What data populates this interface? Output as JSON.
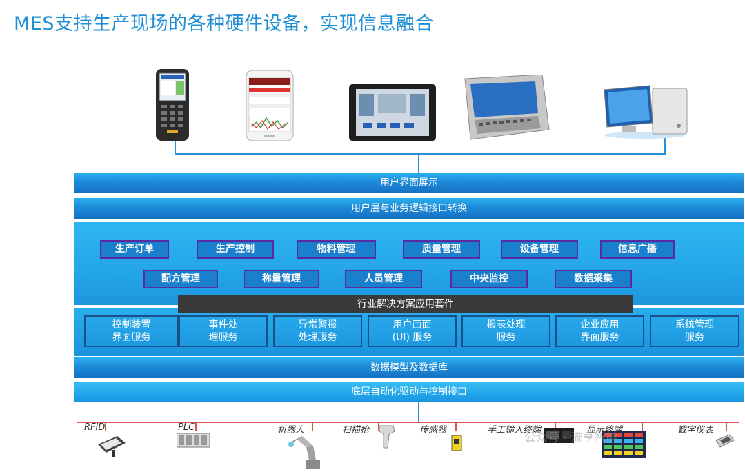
{
  "title": "MES支持生产现场的各种硬件设备，实现信息融合",
  "bands": {
    "ui_display": "用户界面展示",
    "ui_logic": "用户层与业务逻辑接口转换",
    "data_model": "数据模型及数据库",
    "automation": "底层自动化驱动与控制接口"
  },
  "modules_row1": [
    "生产订单",
    "生产控制",
    "物料管理",
    "质量管理",
    "设备管理",
    "信息广播"
  ],
  "modules_row2": [
    "配方管理",
    "称量管理",
    "人员管理",
    "中央监控",
    "数据采集"
  ],
  "suite": "行业解决方案应用套件",
  "services": [
    "控制装置\n界面服务",
    "事件处\n理服务",
    "异常警报\n处理服务",
    "用户画面\n(UI) 服务",
    "报表处理\n服务",
    "企业应用\n界面服务",
    "系统管理\n服务"
  ],
  "hardware": [
    "RFID",
    "PLC",
    "机器人",
    "扫描枪",
    "传感器",
    "手工输入终端",
    "显示终端",
    "数字仪表"
  ],
  "devices": [
    "handheld-terminal-icon",
    "smartphone-icon",
    "tablet-icon",
    "vehicle-terminal-icon",
    "desktop-pc-icon"
  ],
  "watermark": "公众号 · 流享智能",
  "colors": {
    "title": "#1e8fd5",
    "band": "#1e8ad8",
    "module_border": "#5a2aa0",
    "suite": "#3a3a3a",
    "hardware_line": "#d9534f"
  }
}
